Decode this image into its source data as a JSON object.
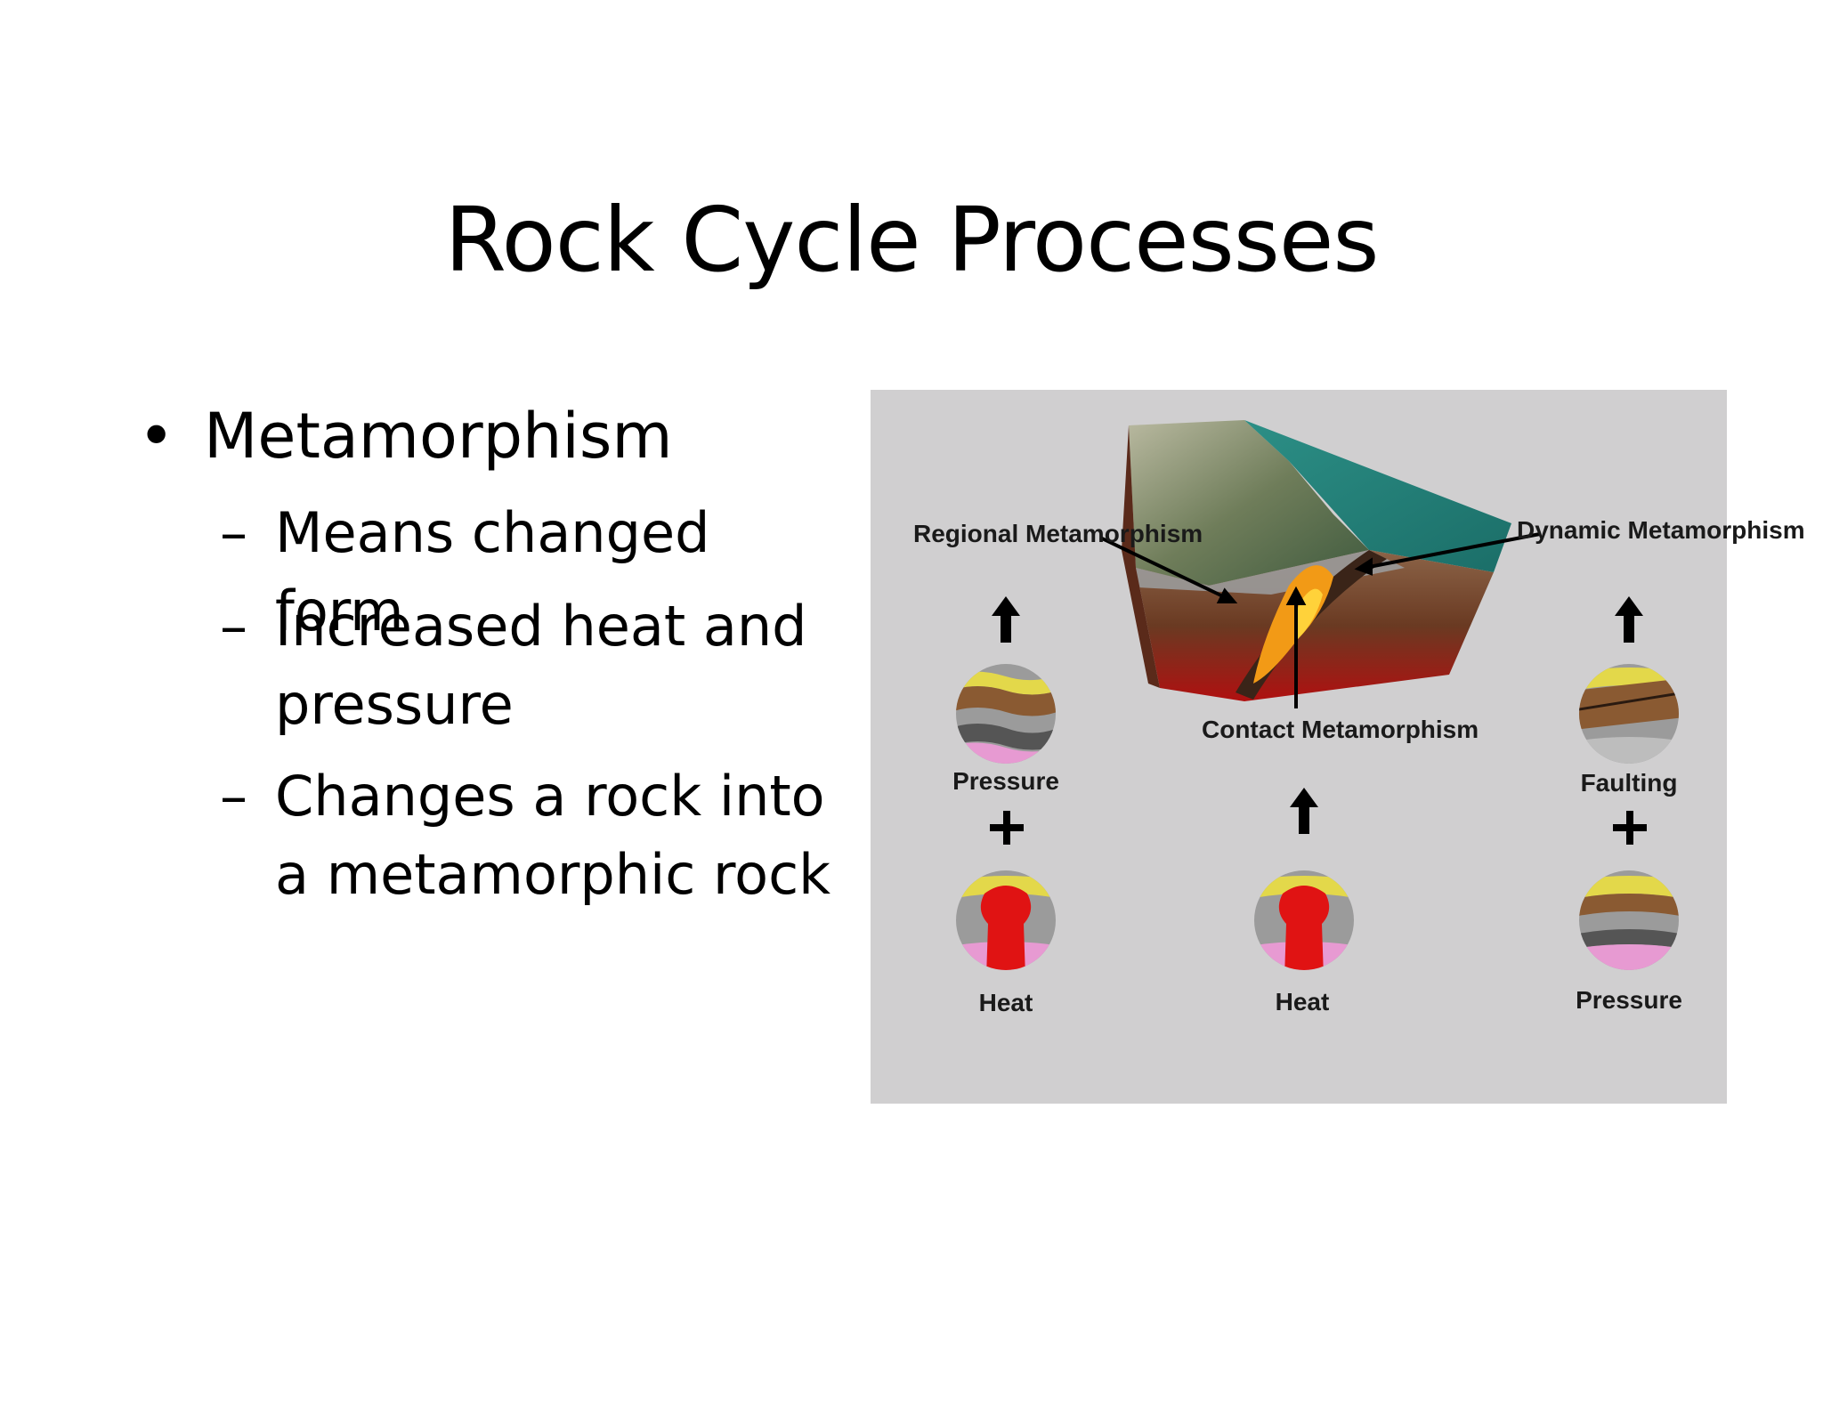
{
  "slide": {
    "title": "Rock Cycle Processes",
    "bullet": "•",
    "main_point": "Metamorphism",
    "dash": "–",
    "sub_points": [
      "Means changed form",
      "Increased heat and pressure",
      "Changes a rock into a metamorphic rock"
    ]
  },
  "figure": {
    "regional_label": "Regional Metamorphism",
    "dynamic_label": "Dynamic Metamorphism",
    "contact_label": "Contact Metamorphism",
    "left_pressure": "Pressure",
    "left_heat": "Heat",
    "center_heat": "Heat",
    "right_faulting": "Faulting",
    "right_pressure": "Pressure",
    "plus": "+"
  }
}
